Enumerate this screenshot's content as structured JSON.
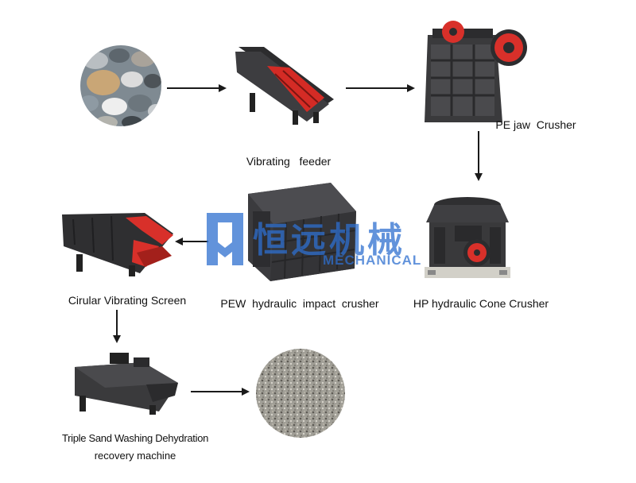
{
  "nodes": {
    "stones": {
      "label": ""
    },
    "vibrating_feeder": {
      "label": "Vibrating   feeder"
    },
    "jaw_crusher": {
      "label": "PE jaw  Crusher"
    },
    "cone_crusher": {
      "label": "HP hydraulic Cone Crusher"
    },
    "impact_crusher": {
      "label": "PEW  hydraulic  impact  crusher"
    },
    "vibrating_screen": {
      "label": "Cirular Vibrating Screen"
    },
    "sand_washer": {
      "label_line1": "Triple Sand Washing Dehydration",
      "label_line2": "recovery machine"
    },
    "sand": {
      "label": ""
    }
  },
  "watermark": {
    "chinese": "恒远机械",
    "english": "MECHANICAL"
  },
  "colors": {
    "arrow": "#1a1a1a",
    "machine_dark": "#3b3b3e",
    "machine_red": "#d8302a",
    "watermark_blue": "#2e6fd0"
  }
}
